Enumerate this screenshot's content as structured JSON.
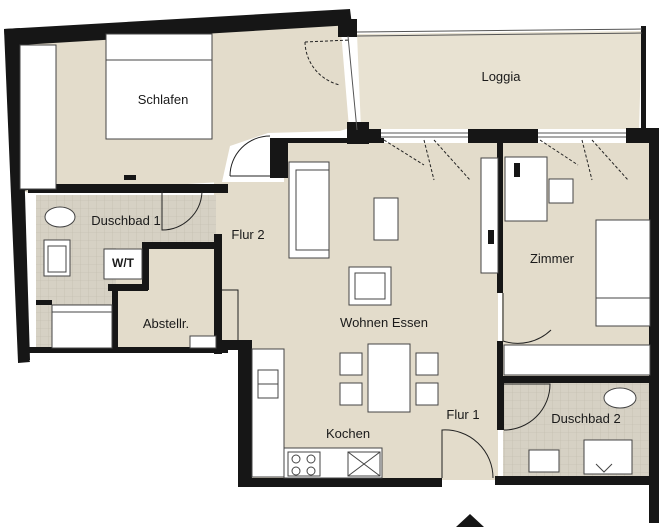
{
  "rooms": {
    "schlafen": "Schlafen",
    "loggia": "Loggia",
    "duschbad1": "Duschbad 1",
    "wt": "W/T",
    "flur2": "Flur 2",
    "abstellr": "Abstellr.",
    "wohnen_essen": "Wohnen Essen",
    "zimmer": "Zimmer",
    "kochen": "Kochen",
    "flur1": "Flur 1",
    "duschbad2": "Duschbad 2"
  },
  "colors": {
    "floor": "#e3dccb",
    "tile": "#d4cfc2",
    "wall": "#161616",
    "furniture": "#ffffff",
    "line": "#555555",
    "loggia": "#e6e0d0"
  },
  "icons": {
    "entrance": "triangle-up"
  }
}
